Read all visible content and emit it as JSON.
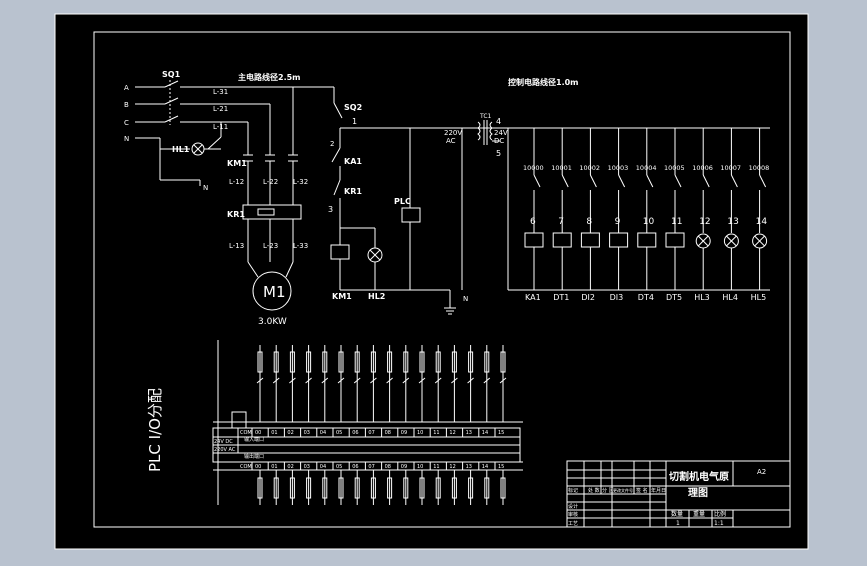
{
  "drawing": {
    "background": "#000000",
    "line_color": "#ffffff",
    "page_bg": "#b9c2cf"
  },
  "main_circuit": {
    "switch_label": "SQ1",
    "phases": [
      "A",
      "B",
      "C",
      "N"
    ],
    "wire_labels": [
      "L-31",
      "L-21",
      "L-11"
    ],
    "wire_spec": "主电路线径2.5m",
    "indicator": "HL1",
    "indicator_neutral": "N",
    "contactor": "KM1",
    "contactor_wires": [
      "L-12",
      "L-22",
      "L-32"
    ],
    "relay": "KR1",
    "relay_wires": [
      "L-13",
      "L-23",
      "L-33"
    ],
    "motor_label": "M1",
    "motor_power": "3.0KW"
  },
  "control_circuit": {
    "wire_spec": "控制电路线径1.0m",
    "switch": "SQ2",
    "node1": "1",
    "node2": "2",
    "node3": "3",
    "ka1": "KA1",
    "kr1": "KR1",
    "plc": "PLC",
    "km1": "KM1",
    "hl2": "HL2",
    "neutral": "N"
  },
  "transformer": {
    "label": "TC1",
    "primary": [
      "220V",
      "AC"
    ],
    "secondary": [
      "24V",
      "DC"
    ],
    "node4": "4",
    "node5": "5"
  },
  "outputs": {
    "addresses": [
      "10000",
      "10001",
      "10002",
      "10003",
      "10004",
      "10005",
      "10006",
      "10007",
      "10008"
    ],
    "numbers": [
      "6",
      "7",
      "8",
      "9",
      "10",
      "11",
      "12",
      "13",
      "14"
    ],
    "loads": [
      "KA1",
      "DT1",
      "DI2",
      "DI3",
      "DT4",
      "DT5",
      "HL3",
      "HL4",
      "HL5"
    ],
    "load_types": [
      "coil",
      "coil",
      "coil",
      "coil",
      "coil",
      "coil",
      "lamp",
      "lamp",
      "lamp"
    ]
  },
  "plc_io": {
    "title": "PLC  I/O分配",
    "supply_row": [
      "24V DC",
      "220V AC"
    ],
    "input_common": "输入端口",
    "output_common": "输出端口",
    "com_label": "COM",
    "top_pins": [
      "00",
      "01",
      "02",
      "03",
      "04",
      "05",
      "06",
      "07",
      "08",
      "09",
      "10",
      "11",
      "12",
      "13",
      "14",
      "15"
    ],
    "bottom_pins": [
      "00",
      "01",
      "02",
      "03",
      "04",
      "05",
      "06",
      "07",
      "08",
      "09",
      "10",
      "11",
      "12",
      "13",
      "14",
      "15"
    ]
  },
  "title_block": {
    "drawing_title": [
      "切割机电气原",
      "理图"
    ],
    "sheet_size": "A2",
    "row_labels": [
      "标记",
      "设计",
      "审核",
      "工艺"
    ],
    "header_cells": [
      "处 数",
      "分 区",
      "更改文件号",
      "签 名",
      "年月日"
    ],
    "qty_label": "数量",
    "weight_label": "重量",
    "scale_label": "比例",
    "qty_value": "1",
    "scale_value": "1:1"
  }
}
